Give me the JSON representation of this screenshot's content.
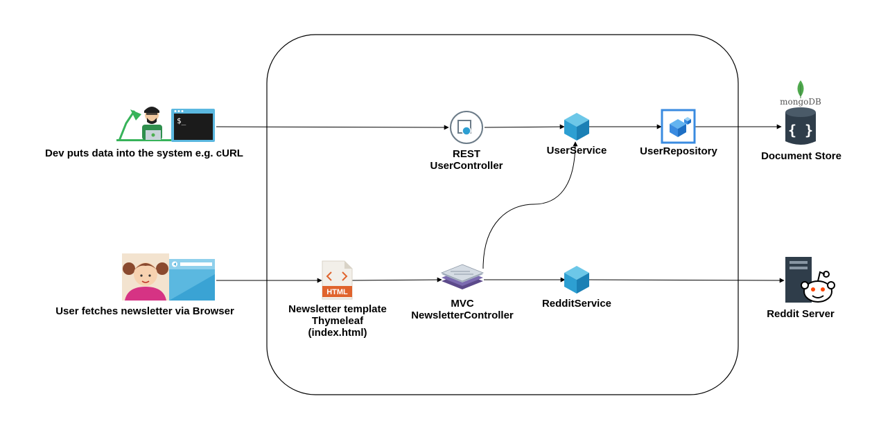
{
  "nodes": {
    "dev": {
      "label": "Dev puts data into the system e.g. cURL"
    },
    "user": {
      "label": "User fetches newsletter via Browser"
    },
    "rest_controller": {
      "line1": "REST",
      "line2": "UserController"
    },
    "user_service": {
      "label": "UserService"
    },
    "user_repository": {
      "label": "UserRepository"
    },
    "document_store": {
      "label": "Document Store",
      "logo_text": "mongoDB"
    },
    "template": {
      "line1": "Newsletter template",
      "line2": "Thymeleaf",
      "line3": "(index.html)",
      "icon_text": "HTML"
    },
    "mvc_controller": {
      "line1": "MVC",
      "line2": "NewsletterController"
    },
    "reddit_service": {
      "label": "RedditService"
    },
    "reddit_server": {
      "label": "Reddit Server"
    }
  },
  "terminal_prompt": "$_",
  "colors": {
    "line": "#000000",
    "cube_top": "#6cc7e8",
    "cube_left": "#2d9fd2",
    "cube_right": "#1b80b5",
    "repo_blue": "#3a8be0",
    "html_orange": "#e0632c",
    "mongo_green": "#4fa94d",
    "server_dark": "#2f3d4a",
    "browser_blue": "#5bb8e0"
  }
}
